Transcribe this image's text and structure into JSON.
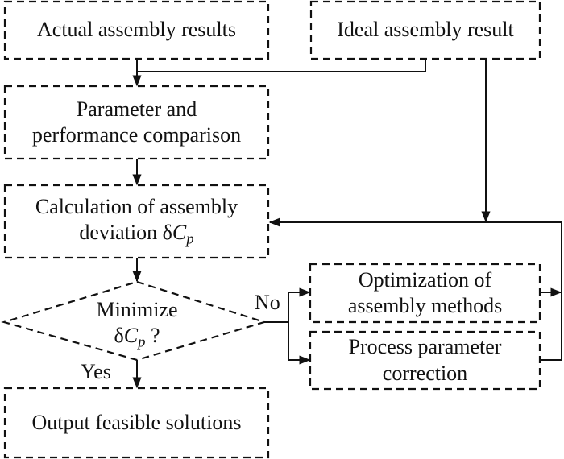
{
  "diagram": {
    "type": "flowchart",
    "nodes": {
      "actual": {
        "label": "Actual assembly results",
        "shape": "rectangle"
      },
      "ideal": {
        "label": "Ideal assembly result",
        "shape": "rectangle"
      },
      "compare": {
        "line1": "Parameter and",
        "line2": "performance comparison",
        "shape": "rectangle"
      },
      "calc": {
        "line1": "Calculation of assembly",
        "line2_prefix": "deviation ",
        "symbol_delta": "δ",
        "symbol_C": "C",
        "symbol_sub": "p",
        "shape": "rectangle"
      },
      "decision": {
        "line1": "Minimize",
        "symbol_delta": "δ",
        "symbol_C": "C",
        "symbol_sub": "p",
        "suffix": " ?",
        "shape": "diamond"
      },
      "optimize": {
        "line1": "Optimization of",
        "line2": "assembly methods",
        "shape": "rectangle"
      },
      "correct": {
        "line1": "Process parameter",
        "line2": "correction",
        "shape": "rectangle"
      },
      "output": {
        "label": "Output feasible solutions",
        "shape": "rectangle"
      }
    },
    "edge_labels": {
      "no": "No",
      "yes": "Yes"
    },
    "edges": [
      {
        "from": "actual",
        "to": "compare"
      },
      {
        "from": "ideal",
        "to": "compare"
      },
      {
        "from": "compare",
        "to": "calc"
      },
      {
        "from": "ideal",
        "to": "calc"
      },
      {
        "from": "calc",
        "to": "decision"
      },
      {
        "from": "decision",
        "to": "optimize",
        "label": "No"
      },
      {
        "from": "decision",
        "to": "correct",
        "label": "No"
      },
      {
        "from": "optimize",
        "to": "calc"
      },
      {
        "from": "correct",
        "to": "calc"
      },
      {
        "from": "decision",
        "to": "output",
        "label": "Yes"
      }
    ],
    "style": {
      "stroke": "#111111",
      "background": "#ffffff"
    }
  }
}
